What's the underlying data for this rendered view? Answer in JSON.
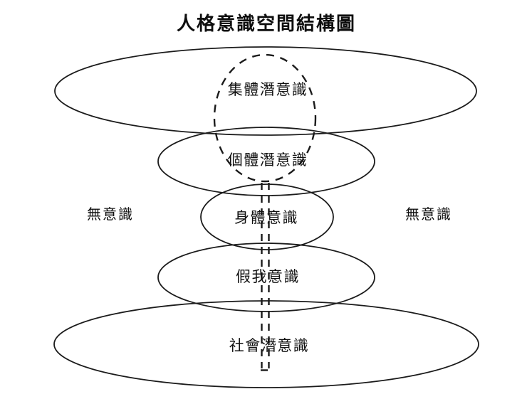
{
  "title": "人格意識空間結構圖",
  "colors": {
    "ink": "#1b1b1b",
    "text": "#111111",
    "background": "#ffffff"
  },
  "diagram": {
    "layers": [
      {
        "id": "collective-unconscious",
        "label": "集體潛意識"
      },
      {
        "id": "individual-unconscious",
        "label": "個體潛意識"
      },
      {
        "id": "body-consciousness",
        "label": "身體意識"
      },
      {
        "id": "false-self-consciousness",
        "label": "假我意識"
      },
      {
        "id": "social-unconscious",
        "label": "社會潛意識"
      }
    ],
    "side_labels": {
      "left": "無意識",
      "right": "無意識"
    }
  }
}
